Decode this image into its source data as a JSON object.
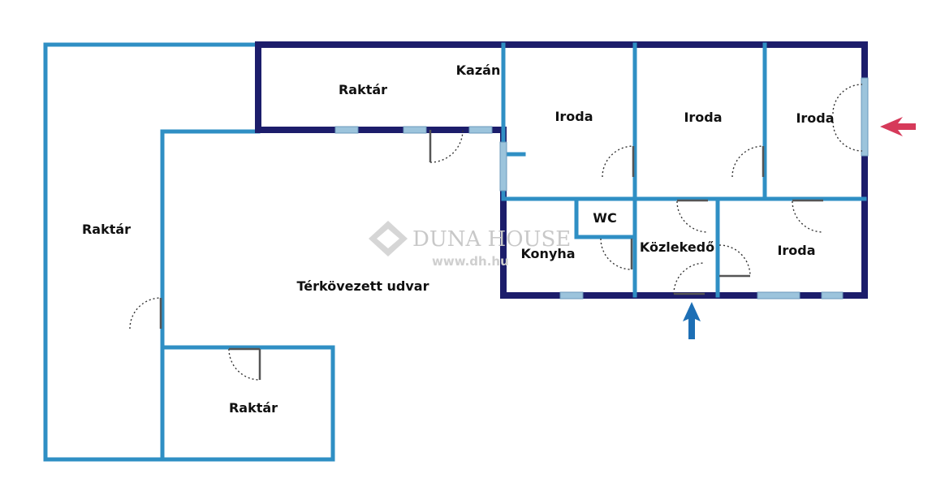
{
  "rooms": {
    "raktar_top": "Raktár",
    "kazan": "Kazán",
    "iroda_1": "Iroda",
    "iroda_2": "Iroda",
    "iroda_3": "Iroda",
    "raktar_left": "Raktár",
    "wc": "WC",
    "konyha": "Konyha",
    "kozlekedo": "Közlekedő",
    "iroda_4": "Iroda",
    "udvar": "Térkövezett udvar",
    "raktar_bottom": "Raktár"
  },
  "watermark": {
    "brand": "DUNA HOUSE",
    "url": "www.dh.hu"
  },
  "colors": {
    "wall_light": "#2f8fc4",
    "wall_dark": "#1c1d6b",
    "window": "#9cc4dc",
    "entrance_arrow_red": "#d63a5a",
    "entrance_arrow_blue": "#1d6fb5"
  },
  "icons": {
    "entrance_right": "arrow-left-icon",
    "entrance_bottom": "arrow-up-icon",
    "logo": "duna-house-diamond-icon"
  }
}
